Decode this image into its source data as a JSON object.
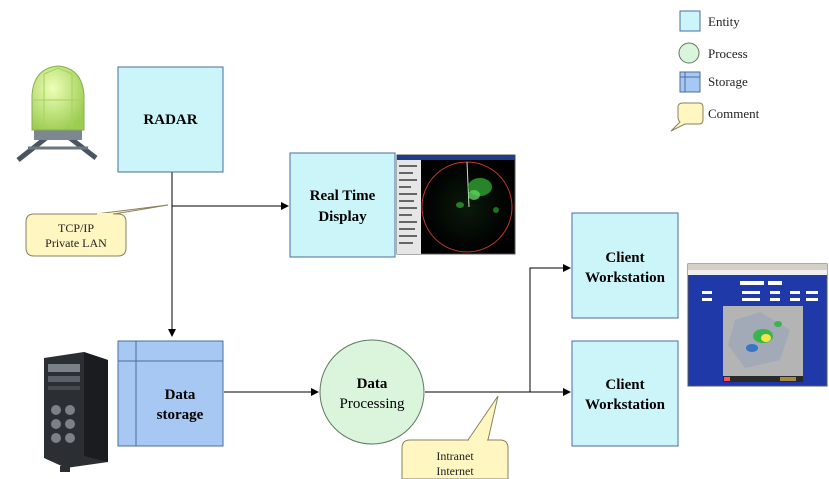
{
  "legend": {
    "entity": "Entity",
    "process": "Process",
    "storage": "Storage",
    "comment": "Comment"
  },
  "nodes": {
    "radar": "RADAR",
    "realtime_line1": "Real Time",
    "realtime_line2": "Display",
    "storage_line1": "Data",
    "storage_line2": "storage",
    "processing_line1": "Data",
    "processing_line2": "Processing",
    "client1_line1": "Client",
    "client1_line2": "Workstation",
    "client2_line1": "Client",
    "client2_line2": "Workstation"
  },
  "comments": {
    "tcpip_line1": "TCP/IP",
    "tcpip_line2": "Private LAN",
    "net_line1": "Intranet",
    "net_line2": "Internet"
  }
}
